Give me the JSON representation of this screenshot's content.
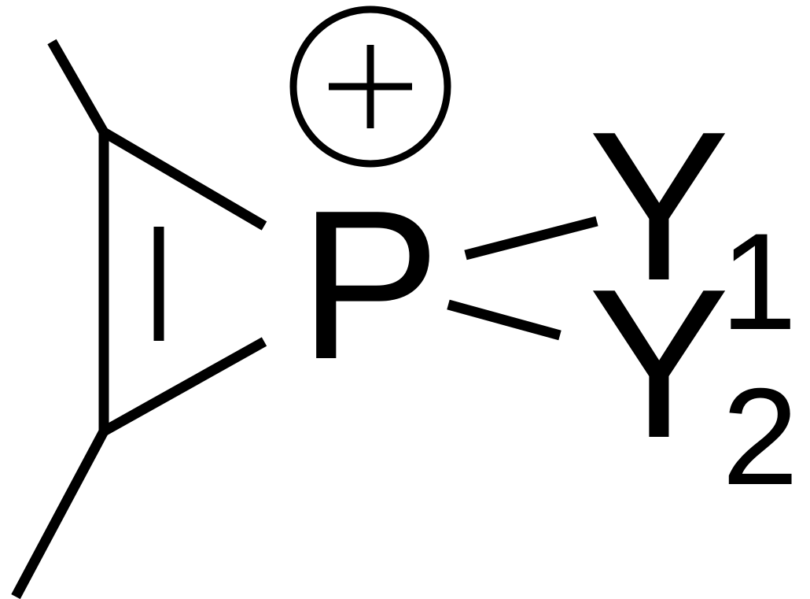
{
  "molecule": {
    "central_atom": "P",
    "charge_symbol": "+",
    "substituents": [
      {
        "symbol": "Y",
        "subscript": "1"
      },
      {
        "symbol": "Y",
        "subscript": "2"
      }
    ]
  },
  "colors": {
    "ink": "#000000",
    "background": "#ffffff"
  }
}
